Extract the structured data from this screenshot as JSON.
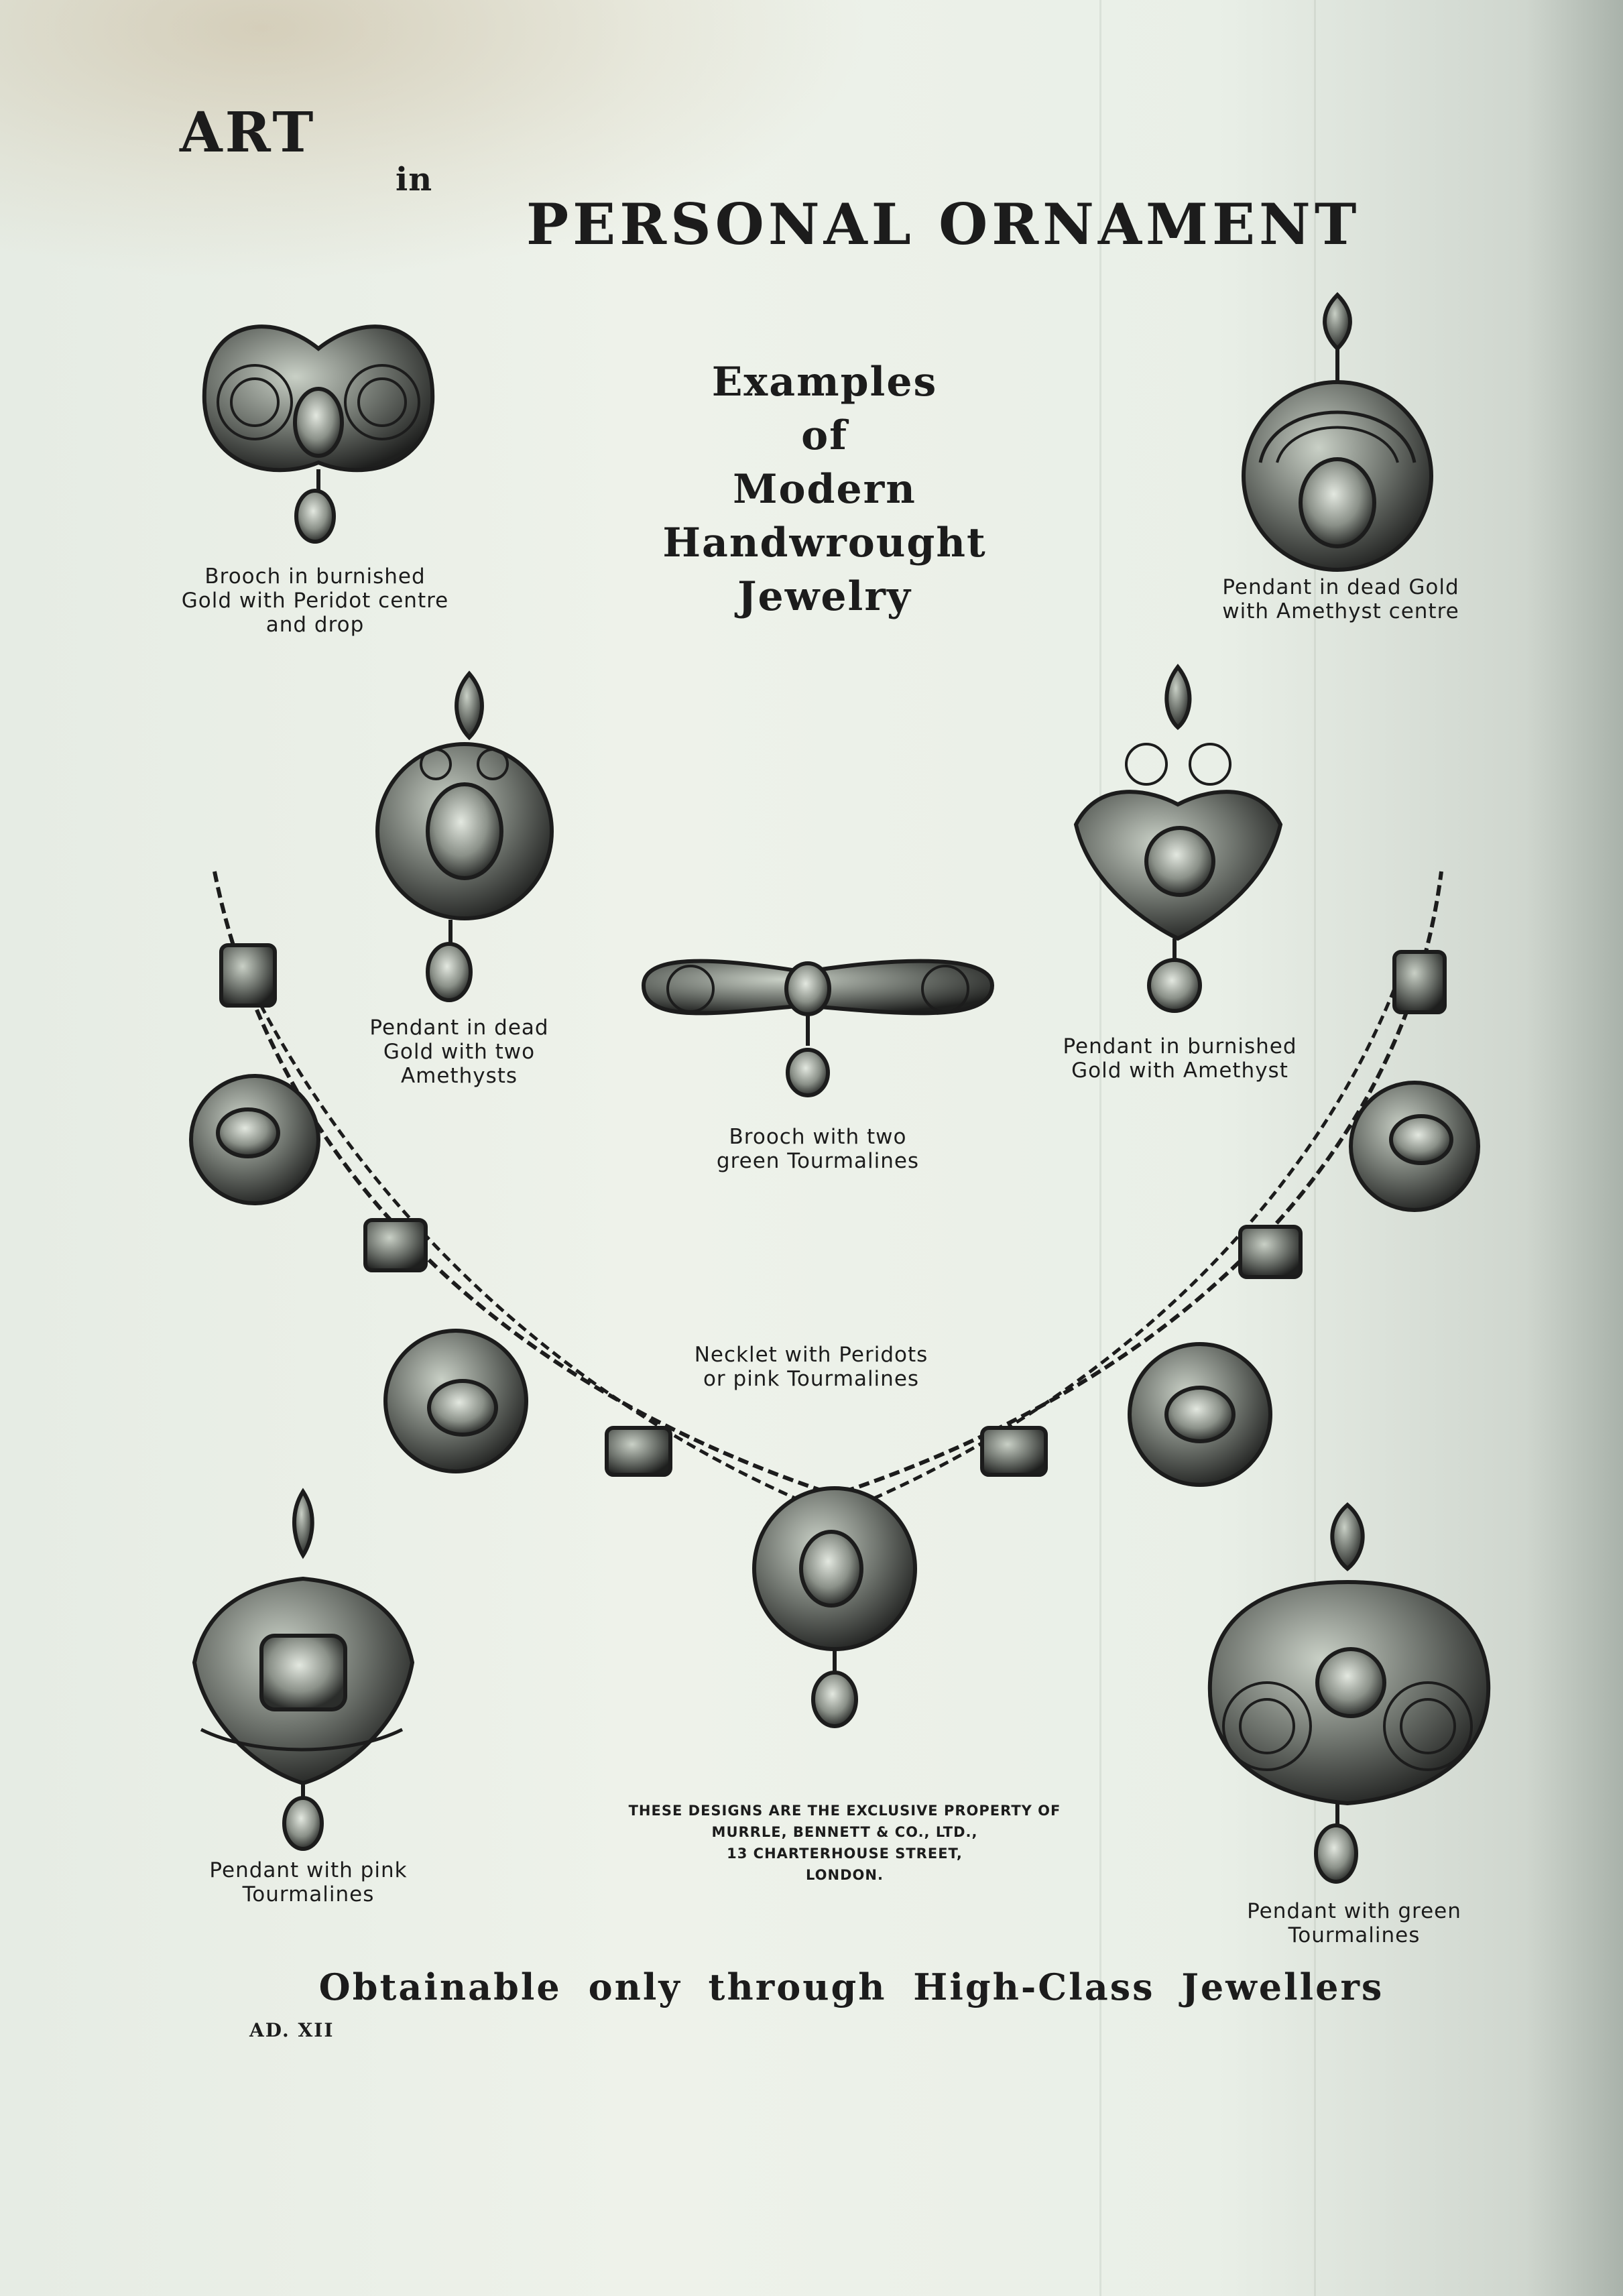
{
  "header": {
    "line1": "ART",
    "line2": "in",
    "line3": "PERSONAL  ORNAMENT"
  },
  "subtitle": [
    "Examples",
    "of",
    "Modern",
    "Handwrought",
    "Jewelry"
  ],
  "captions": {
    "brooch_peridot": [
      "Brooch in burnished",
      "Gold with Peridot centre",
      "and drop"
    ],
    "pendant_amethyst_centre": [
      "Pendant in dead Gold",
      "with Amethyst centre"
    ],
    "pendant_two_amethysts": [
      "Pendant in dead",
      "Gold with two",
      "Amethysts"
    ],
    "pendant_burnished_amethyst": [
      "Pendant in burnished",
      "Gold with Amethyst"
    ],
    "brooch_tourmalines": [
      "Brooch with two",
      "green Tourmalines"
    ],
    "necklet": [
      "Necklet with Peridots",
      "or pink Tourmalines"
    ],
    "pendant_pink": [
      "Pendant with pink",
      "Tourmalines"
    ],
    "pendant_green": [
      "Pendant with green",
      "Tourmalines"
    ]
  },
  "notice": [
    "THESE DESIGNS ARE THE EXCLUSIVE PROPERTY OF",
    "MURRLE, BENNETT & CO., LTD.,",
    "13 CHARTERHOUSE STREET,",
    "LONDON."
  ],
  "footer": {
    "tagline": "Obtainable only through High-Class Jewellers",
    "ad_number": "AD. XII"
  },
  "colors": {
    "paper": "#e9efe7",
    "ink": "#1c1c1c",
    "metal_dark": "#2a2a2a",
    "metal_light": "#bfc6bd"
  }
}
